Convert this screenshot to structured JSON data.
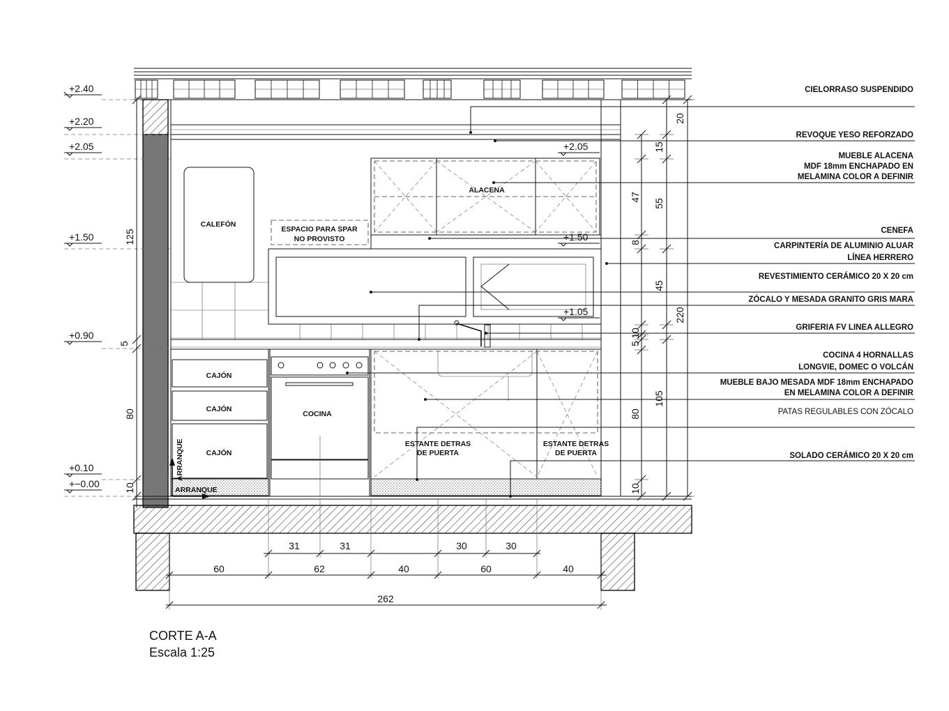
{
  "title": {
    "section": "CORTE A-A",
    "scale": "Escala 1:25"
  },
  "levels": [
    "+2.40",
    "+2.20",
    "+2.05",
    "+1.50",
    "+0.90",
    "+0.10",
    "+−0.00"
  ],
  "inner_levels": [
    "+2.05",
    "+1.50",
    "+1.05"
  ],
  "left_dims": [
    "125",
    "5",
    "80",
    "10"
  ],
  "right_dims_a": [
    "20",
    "15",
    "47",
    "8",
    "10",
    "5",
    "80",
    "10"
  ],
  "right_dims_b": [
    "55",
    "45",
    "105"
  ],
  "total_height": "220",
  "bottom_dims_row1": [
    "31",
    "31",
    "30",
    "30"
  ],
  "bottom_dims_row2": [
    "60",
    "62",
    "40",
    "60",
    "40"
  ],
  "total_width": "262",
  "drawing_labels": {
    "calefon": "CALEFÓN",
    "spar_line1": "ESPACIO PARA SPAR",
    "spar_line2": "NO PROVISTO",
    "alacena": "ALACENA",
    "cajon": [
      "CAJÓN",
      "CAJÓN",
      "CAJÓN"
    ],
    "cocina": "COCINA",
    "estante1_line1": "ESTANTE DETRAS",
    "estante1_line2": "DE PUERTA",
    "estante2_line1": "ESTANTE DETRAS",
    "estante2_line2": "DE PUERTA",
    "arranque_v": "ARRANQUE",
    "arranque_h": "ARRANQUE"
  },
  "annotations": [
    "CIELORRASO SUSPENDIDO",
    "REVOQUE YESO REFORZADO",
    "MUEBLE ALACENA",
    "MDF 18mm ENCHAPADO EN",
    "MELAMINA COLOR A DEFINIR",
    "CENEFA",
    "CARPINTERÍA DE ALUMINIO ALUAR",
    "LÍNEA HERRERO",
    "REVESTIMIENTO CERÁMICO  20 X 20 cm",
    "ZÓCALO Y MESADA GRANITO GRIS MARA",
    "GRIFERIA FV LINEA ALLEGRO",
    "COCINA 4 HORNALLAS",
    "LONGVIE, DOMEC O VOLCÁN",
    "MUEBLE BAJO MESADA MDF 18mm ENCHAPADO",
    "EN MELAMINA COLOR A DEFINIR",
    "PATAS REGULABLES CON ZÓCALO",
    "SOLADO CERÁMICO 20 X 20 cm"
  ]
}
